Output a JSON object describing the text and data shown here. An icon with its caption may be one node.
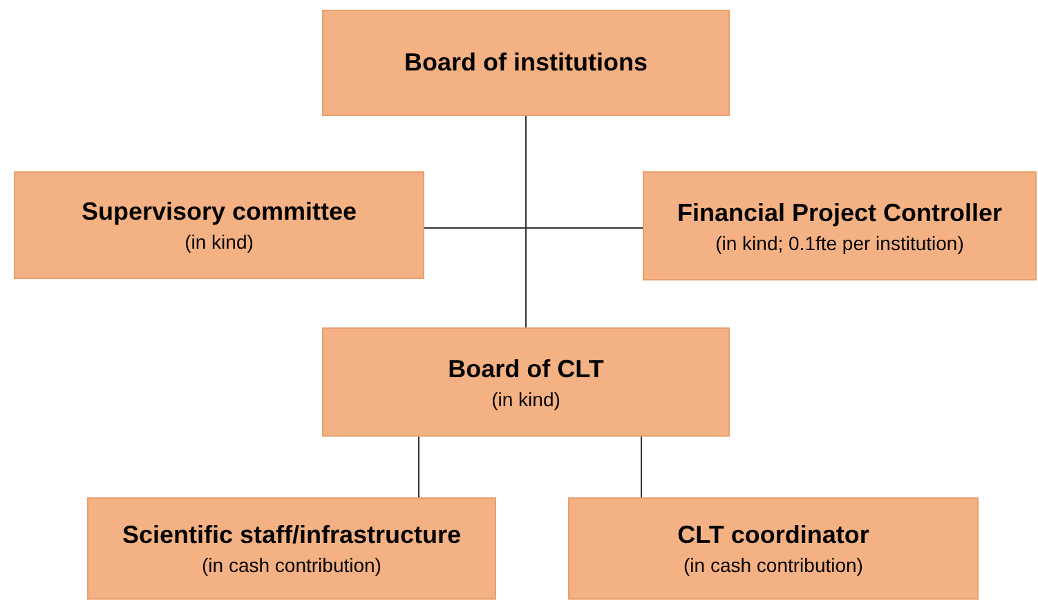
{
  "diagram": {
    "nodes": [
      {
        "text": [
          "Board of institutions"
        ]
      },
      {
        "text": [
          "Supervisory committee",
          "(in kind)"
        ]
      },
      {
        "text": [
          "Financial Project Controller",
          "(in kind; 0.1fte per institution)"
        ]
      },
      {
        "text": [
          "Board of CLT",
          "(in kind)"
        ]
      },
      {
        "text": [
          "Scientific staff/infrastructure",
          "(in cash contribution)"
        ]
      },
      {
        "text": [
          "CLT coordinator",
          "(in cash contribution)"
        ]
      }
    ],
    "edges": [
      {
        "from": 0,
        "to": 3,
        "arrow": "none"
      },
      {
        "from": 1,
        "to": 2,
        "arrow": "none"
      },
      {
        "from": 3,
        "to": 4,
        "arrow": "none"
      },
      {
        "from": 3,
        "to": 5,
        "arrow": "none"
      }
    ]
  }
}
